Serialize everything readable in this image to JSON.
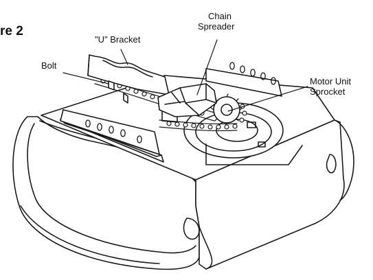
{
  "figure": {
    "title": "re 2"
  },
  "labels": {
    "chain_spreader_line1": "Chain",
    "chain_spreader_line2": "Spreader",
    "u_bracket": "\"U\" Bracket",
    "bolt": "Bolt",
    "motor_unit_line1": "Motor Unit",
    "motor_unit_line2": "Sprocket"
  },
  "colors": {
    "line": "#1a1a1a",
    "fill": "#ffffff",
    "shade": "#d9d9d9"
  }
}
